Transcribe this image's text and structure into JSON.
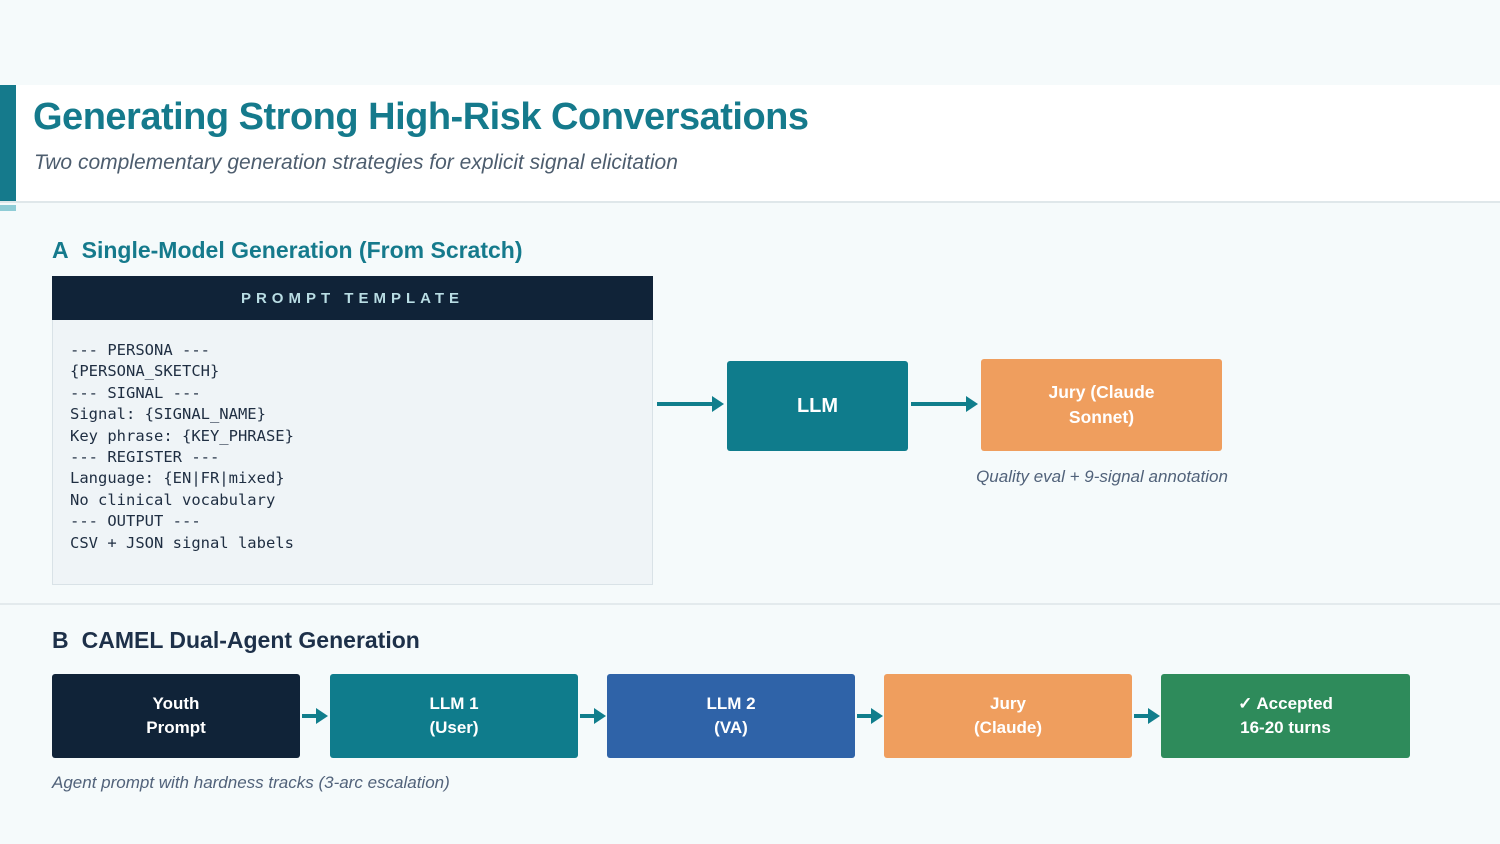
{
  "page": {
    "title": "Generating Strong High-Risk Conversations",
    "subtitle": "Two complementary generation strategies for explicit signal elicitation"
  },
  "colors": {
    "accent_teal": "#157a8c",
    "box_teal": "#0f7c8c",
    "box_navy": "#102338",
    "box_blue": "#2f63a8",
    "box_orange": "#ef9e5e",
    "box_green": "#2e8b5b",
    "heading_navy": "#1d3049",
    "arrow_teal": "#107e8c",
    "page_background": "#f5fafb"
  },
  "section_a": {
    "label": "A",
    "heading": "Single-Model Generation (From Scratch)",
    "prompt_card": {
      "header": "PROMPT TEMPLATE",
      "code": "--- PERSONA ---\n{PERSONA_SKETCH}\n--- SIGNAL ---\nSignal: {SIGNAL_NAME}\nKey phrase: {KEY_PHRASE}\n--- REGISTER ---\nLanguage: {EN|FR|mixed}\nNo clinical vocabulary\n--- OUTPUT ---\nCSV + JSON signal labels"
    },
    "llm_box": {
      "label": "LLM"
    },
    "jury_box": {
      "line1": "Jury (Claude",
      "line2": "Sonnet)"
    },
    "jury_caption": "Quality eval + 9-signal annotation"
  },
  "section_b": {
    "label": "B",
    "heading": "CAMEL Dual-Agent Generation",
    "flow": [
      {
        "line1": "Youth",
        "line2": "Prompt"
      },
      {
        "line1": "LLM 1",
        "line2": "(User)"
      },
      {
        "line1": "LLM 2",
        "line2": "(VA)"
      },
      {
        "line1": "Jury",
        "line2": "(Claude)"
      },
      {
        "line1": "✓ Accepted",
        "line2": "16-20 turns"
      }
    ],
    "caption": "Agent prompt with hardness tracks (3-arc escalation)"
  }
}
